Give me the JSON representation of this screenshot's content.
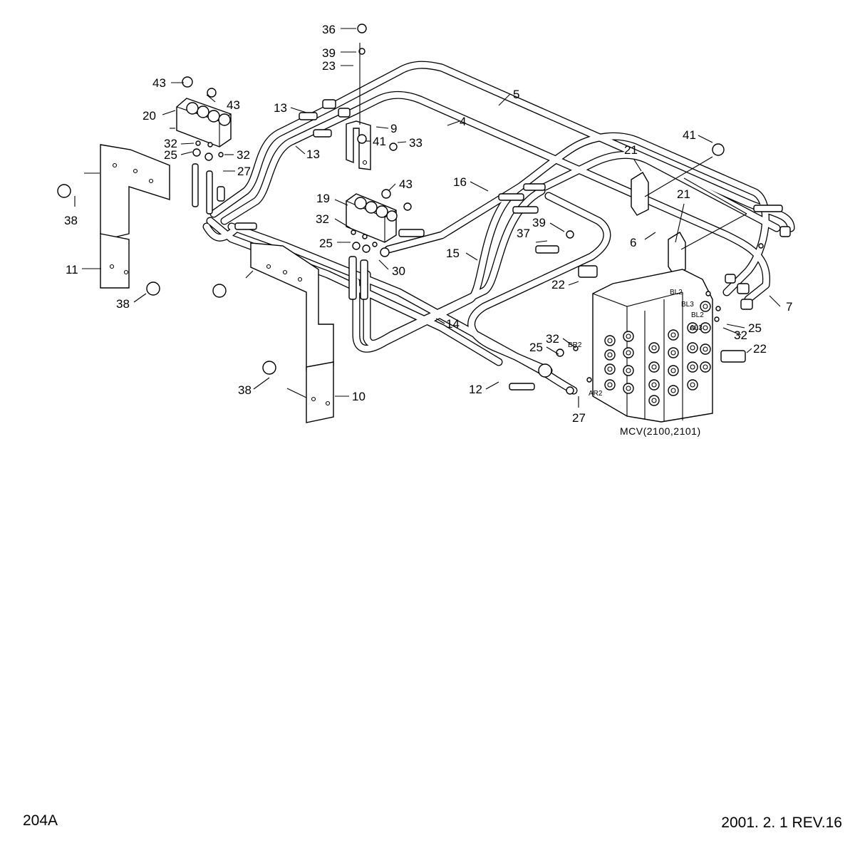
{
  "page": {
    "code": "204A",
    "revision": "2001. 2. 1 REV.16"
  },
  "assembly": {
    "caption": "MCV(2100,2101)"
  },
  "callouts": [
    "36",
    "39",
    "23",
    "43",
    "43",
    "20",
    "32",
    "25",
    "32",
    "27",
    "13",
    "13",
    "5",
    "4",
    "9",
    "41",
    "33",
    "38",
    "11",
    "38",
    "19",
    "43",
    "32",
    "25",
    "30",
    "16",
    "15",
    "14",
    "10",
    "38",
    "12",
    "25",
    "32",
    "27",
    "22",
    "37",
    "39",
    "6",
    "21",
    "21",
    "41",
    "7",
    "25",
    "32",
    "22"
  ],
  "ports": [
    "BL2",
    "BL3",
    "BL2",
    "AL3",
    "BR2",
    "AR2"
  ]
}
